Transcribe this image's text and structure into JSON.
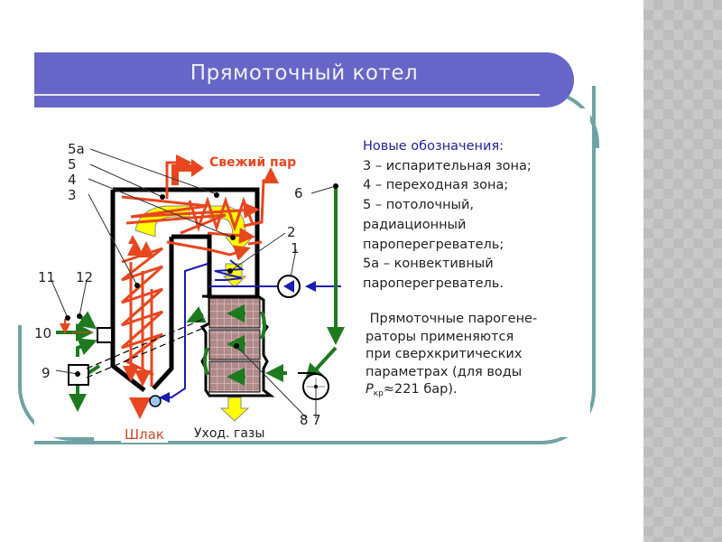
{
  "slide": {
    "title": "Прямоточный котел"
  },
  "legend": {
    "heading": "Новые обозначения:",
    "items": [
      "3 – испарительная зона;",
      "4 – переходная зона;",
      "5 – потолочный,",
      "радиационный",
      "пароперегреватель;",
      "5а – конвективный",
      "пароперегреватель."
    ]
  },
  "note": {
    "lines": [
      " Прямоточные парогене-",
      "раторы применяются",
      "при сверхкритических",
      "параметрах (для воды"
    ],
    "formula_symbol": "P",
    "formula_subscript": "кр",
    "formula_rest": "≈221 бар)."
  },
  "diagram": {
    "labels": {
      "l5a": "5а",
      "l5": "5",
      "l4": "4",
      "l3": "3",
      "l6": "6",
      "l2": "2",
      "l1": "1",
      "l11": "11",
      "l12": "12",
      "l10": "10",
      "l9": "9",
      "l8": "8",
      "l7": "7",
      "fresh_steam": "Свежий пар",
      "slag": "Шлак",
      "flue_gas": "Уход. газы"
    },
    "colors": {
      "steam": "#e8461e",
      "water": "#1a1ab4",
      "air": "#1e7a1e",
      "gas": "#ffff00",
      "heater": "#b89090",
      "wall": "#000000"
    }
  }
}
